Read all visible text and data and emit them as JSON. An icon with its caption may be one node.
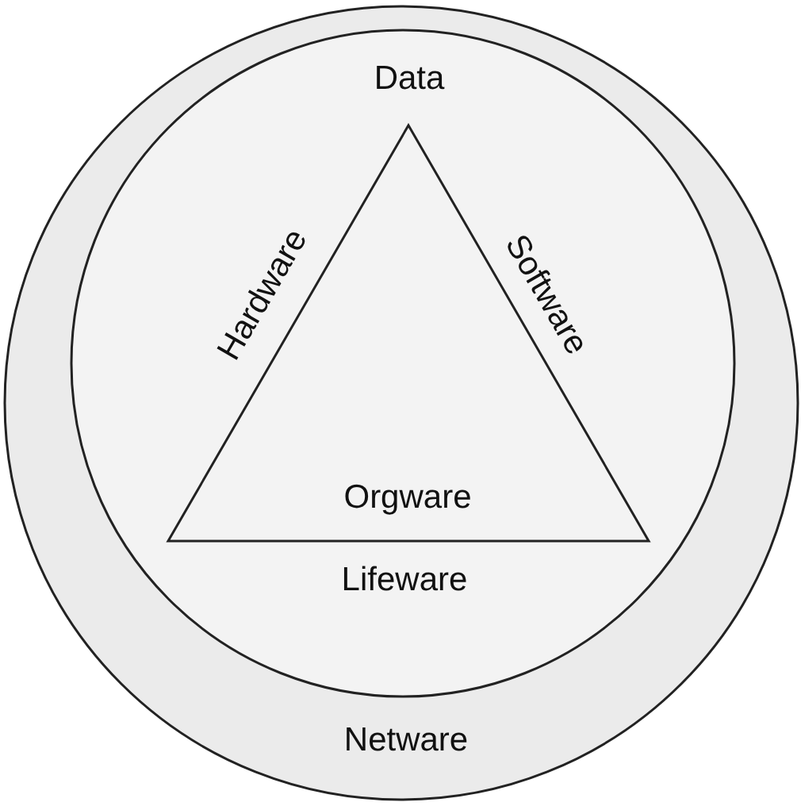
{
  "diagram": {
    "nodes": [
      {
        "text": [
          "Netware"
        ]
      },
      {
        "text": [
          "Lifeware"
        ],
        "in": 0
      },
      {
        "text": [
          "Orgware"
        ],
        "in": 1
      }
    ],
    "edges": [],
    "labels": [
      "Data",
      "Hardware",
      "Software"
    ]
  }
}
